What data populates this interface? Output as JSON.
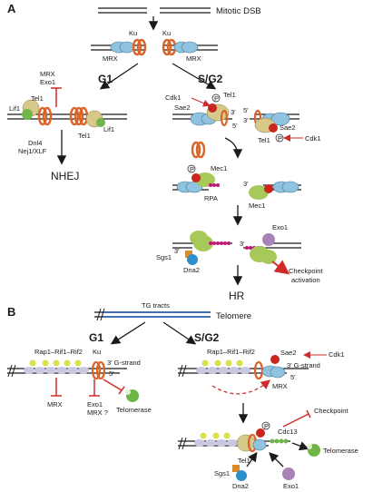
{
  "panel_a": {
    "panel_label": "A",
    "mitotic_dsb": "Mitotic DSB",
    "ku_left": "Ku",
    "ku_right": "Ku",
    "mrx_left": "MRX",
    "mrx_right": "MRX",
    "phase_g1": "G1",
    "phase_sg2": "S/G2",
    "mrx_exo1_line1": "MRX",
    "mrx_exo1_line2": "Exo1",
    "tel1_top": "Tel1",
    "lif1_left": "Lif1",
    "tel1_bottom": "Tel1",
    "lif1_right": "Lif1",
    "dnl4_line1": "Dnl4",
    "dnl4_line2": "Nej1/XLF",
    "nhej": "NHEJ",
    "cdk1_left": "Cdk1",
    "sae2_left": "Sae2",
    "tel1_sg2": "Tel1",
    "p_mark": "P",
    "three_prime": "3′",
    "five_prime": "5′",
    "sae2_right": "Sae2",
    "tel1_right": "Tel1",
    "cdk1_right": "Cdk1",
    "mec1_a": "Mec1",
    "rpa": "RPA",
    "mec1_b": "Mec1",
    "exo1": "Exo1",
    "sgs1": "Sgs1",
    "dna2": "Dna2",
    "checkpoint_line1": "Checkpoint",
    "checkpoint_line2": "activation",
    "hr": "HR"
  },
  "panel_b": {
    "panel_label": "B",
    "tg_tracts": "TG tracts",
    "telomere": "Telomere",
    "phase_g1": "G1",
    "phase_sg2": "S/G2",
    "rap1_left": "Rap1–Rif1–Rif2",
    "ku": "Ku",
    "g_strand_left": "3′ G-strand",
    "five_left": "5′",
    "mrx_inhib": "MRX",
    "exo1_line1": "Exo1",
    "exo1_line2": "MRX ?",
    "telomerase_left": "Telomerase",
    "rap1_right": "Rap1–Rif1–Rif2",
    "sae2": "Sae2",
    "cdk1": "Cdk1",
    "g_strand_right": "3′ G-strand",
    "mrx_right": "MRX",
    "five_right": "5′",
    "p_mark": "P",
    "cdc13": "Cdc13",
    "checkpoint": "Checkpoint",
    "tel1": "Tel1",
    "telomerase_right": "Telomerase",
    "sgs1": "Sgs1",
    "dna2": "Dna2",
    "exo1": "Exo1"
  },
  "colors": {
    "ku": "#d9652a",
    "mrx": "#8fc3df",
    "tel1": "#d7c98a",
    "lif1": "#6fb54a",
    "sae2": "#c8261f",
    "rpa": "#c2157a",
    "mec1": "#a6c95a",
    "exo1": "#a783b6",
    "sgs1": "#d98a2b",
    "dna2": "#2d8fcb",
    "telomere_dna": "#2a5bb0",
    "rap1": "#c9c8e3",
    "rif": "#d9e04a",
    "inhibit": "#d12a2a",
    "arrow": "#1a1a1a"
  }
}
